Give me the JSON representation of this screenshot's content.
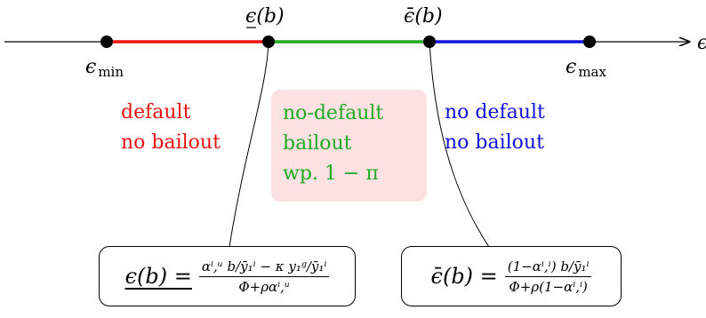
{
  "axis": {
    "var_label": "ϵ",
    "min_label": "ϵ",
    "min_sub": "min",
    "max_label": "ϵ",
    "max_sub": "max",
    "lower_threshold_label": "ϵ(b)",
    "upper_threshold_label": "ϵ̄(b)"
  },
  "colors": {
    "default_region": "#ee1111",
    "bailout_region": "#22aa22",
    "nobailout_region": "#1111dd",
    "shade": "#fbe1e1",
    "axis": "#000000"
  },
  "regions": {
    "left": {
      "line1": "default",
      "line2": "no bailout"
    },
    "middle": {
      "line1": "no-default",
      "line2": "bailout",
      "line3": "wp. 1 − π"
    },
    "right": {
      "line1": "no default",
      "line2": "no bailout"
    }
  },
  "formulas": {
    "lower": {
      "lhs": "ϵ(b) =",
      "numerator": "αⁱ,ᵘ b/ȳ₁ⁱ − κ y₁ᵍ/ȳ₁ⁱ",
      "denominator": "Φ+ραⁱ,ᵘ"
    },
    "upper": {
      "lhs": "ϵ̄(b) =",
      "numerator": "(1−αⁱ,ⁱ) b/ȳ₁ⁱ",
      "denominator": "Φ+ρ(1−αⁱ,ⁱ)"
    }
  }
}
